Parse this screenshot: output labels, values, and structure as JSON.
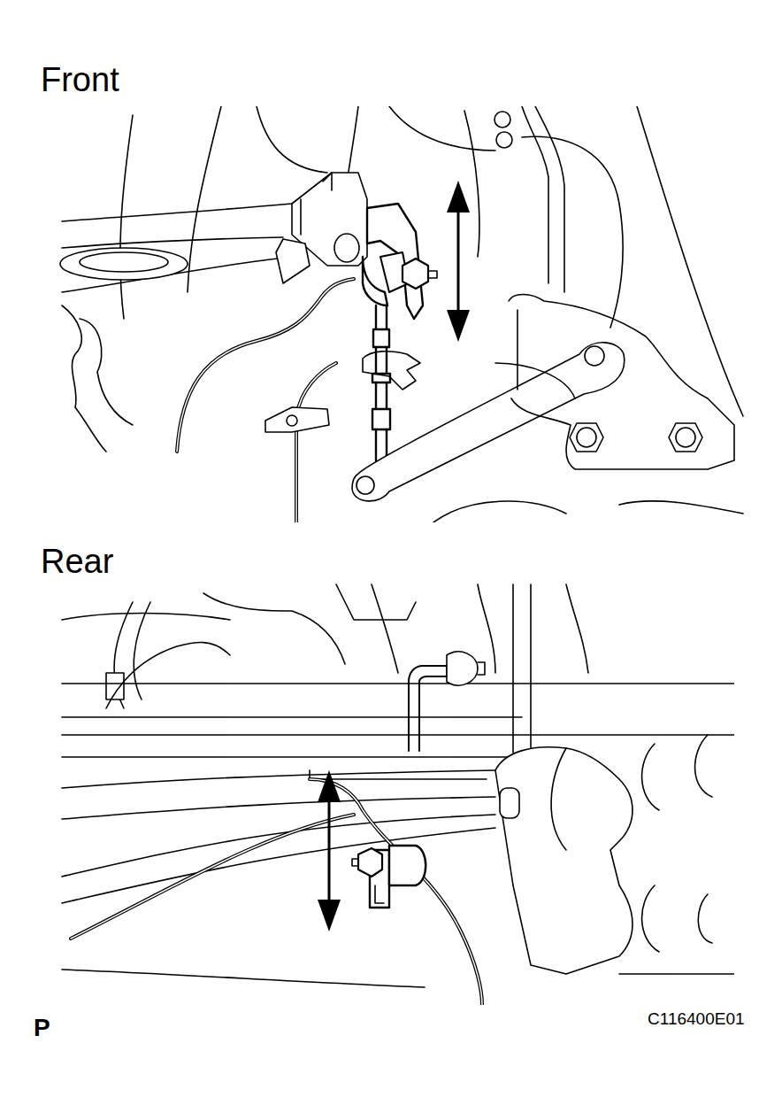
{
  "diagram": {
    "labels": [
      "Front",
      "Rear",
      "P",
      "C116400E01"
    ]
  }
}
